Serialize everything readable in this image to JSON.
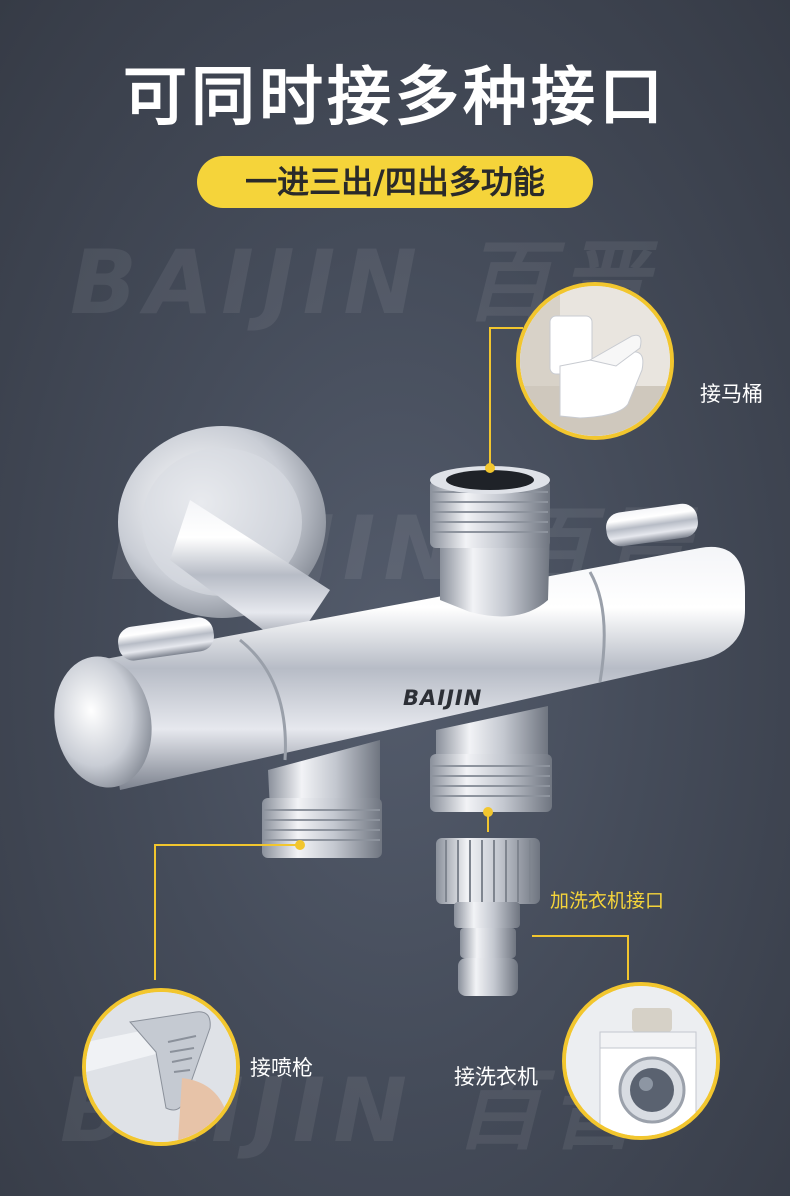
{
  "header": {
    "title": "可同时接多种接口",
    "subtitle": "一进三出/四出多功能"
  },
  "watermark": {
    "text": "BAIJIN 百晋"
  },
  "product": {
    "brand": "BAIJIN"
  },
  "callouts": {
    "toilet": "接马桶",
    "washer_adapter": "加洗衣机接口",
    "spray_gun": "接喷枪",
    "washing_machine": "接洗衣机"
  },
  "colors": {
    "accent": "#f5d43a",
    "background": "#454c5a",
    "text": "#ffffff"
  },
  "icons": [
    "toilet-icon",
    "washing-machine-icon",
    "spray-gun-icon"
  ]
}
